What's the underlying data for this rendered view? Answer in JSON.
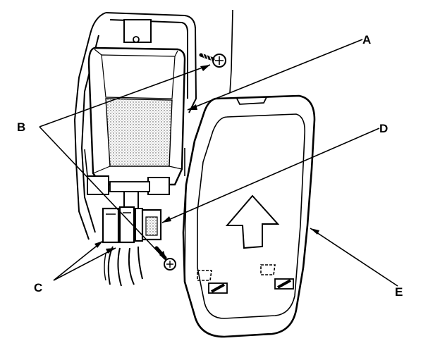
{
  "diagram": {
    "callouts": [
      {
        "key": "A",
        "text": "A"
      },
      {
        "key": "B",
        "text": "B"
      },
      {
        "key": "C",
        "text": "C"
      },
      {
        "key": "D",
        "text": "D"
      },
      {
        "key": "E",
        "text": "E"
      }
    ],
    "colors": {
      "ink": "#000000",
      "paper": "#ffffff",
      "shade": "#7a7a7a"
    }
  }
}
